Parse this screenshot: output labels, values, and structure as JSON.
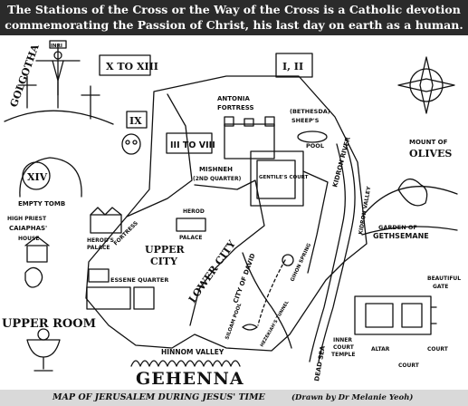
{
  "header": {
    "line1": "The Stations of the Cross or the Way of the Cross is a Catholic devotion",
    "line2": "commemorating the Passion of Christ, his last day on earth as a human."
  },
  "footer": {
    "caption": "MAP OF JERUSALEM DURING JESUS' TIME",
    "credit": "(Drawn by Dr Melanie Yeoh)"
  },
  "labels": {
    "golgotha": "GOLGOTHA",
    "inri": "INRI",
    "stations_x_xiii": "X TO XIII",
    "station_ix": "IX",
    "station_xiv": "XIV",
    "empty_tomb": "EMPTY TOMB",
    "stations_i_ii": "I, II",
    "antonia": "ANTONIA",
    "fortress": "FORTRESS",
    "stations_iii_viii": "III TO VIII",
    "bethesda": "(BETHESDA)",
    "sheeps": "SHEEP'S",
    "pool": "POOL",
    "mishneh": "MISHNEH",
    "second_quarter": "(2ND QUARTER)",
    "gentiles_court": "GENTILE'S COURT",
    "kidron_river": "KIDRON RIVER",
    "kidron_valley": "KIDRON VALLEY",
    "mount_of": "MOUNT OF",
    "olives": "OLIVES",
    "garden_of": "GARDEN OF",
    "gethsemane": "GETHSEMANE",
    "high_priest": "HIGH PRIEST",
    "caiaphas": "CAIAPHAS'",
    "house": "HOUSE",
    "herods": "HEROD'S",
    "palace": "PALACE",
    "fortress2": "FORTRESS",
    "herod": "HEROD",
    "herod_palace": "PALACE",
    "upper": "UPPER",
    "city": "CITY",
    "essene_quarter": "ESSENE QUARTER",
    "lower_city": "LOWER CITY",
    "city_of_david": "CITY OF DAVID",
    "gihon_spring": "GIHON SPRING",
    "siloam_pool": "SILOAM POOL",
    "hezekiahs_tunnel": "HEZEKIAH'S TUNNEL",
    "upper_room": "UPPER ROOM",
    "hinnom_valley": "HINNOM VALLEY",
    "gehenna": "GEHENNA",
    "dead_sea": "DEAD SEA",
    "beautiful": "BEAUTIFUL",
    "gate": "GATE",
    "inner_court": "INNER",
    "court_temple": "COURT",
    "temple": "TEMPLE",
    "altar": "ALTAR",
    "court_male": "COURT",
    "court_female": "COURT"
  },
  "colors": {
    "ink": "#111111",
    "header_bg": "#2b2b2b",
    "footer_bg": "#d9d9d9"
  }
}
